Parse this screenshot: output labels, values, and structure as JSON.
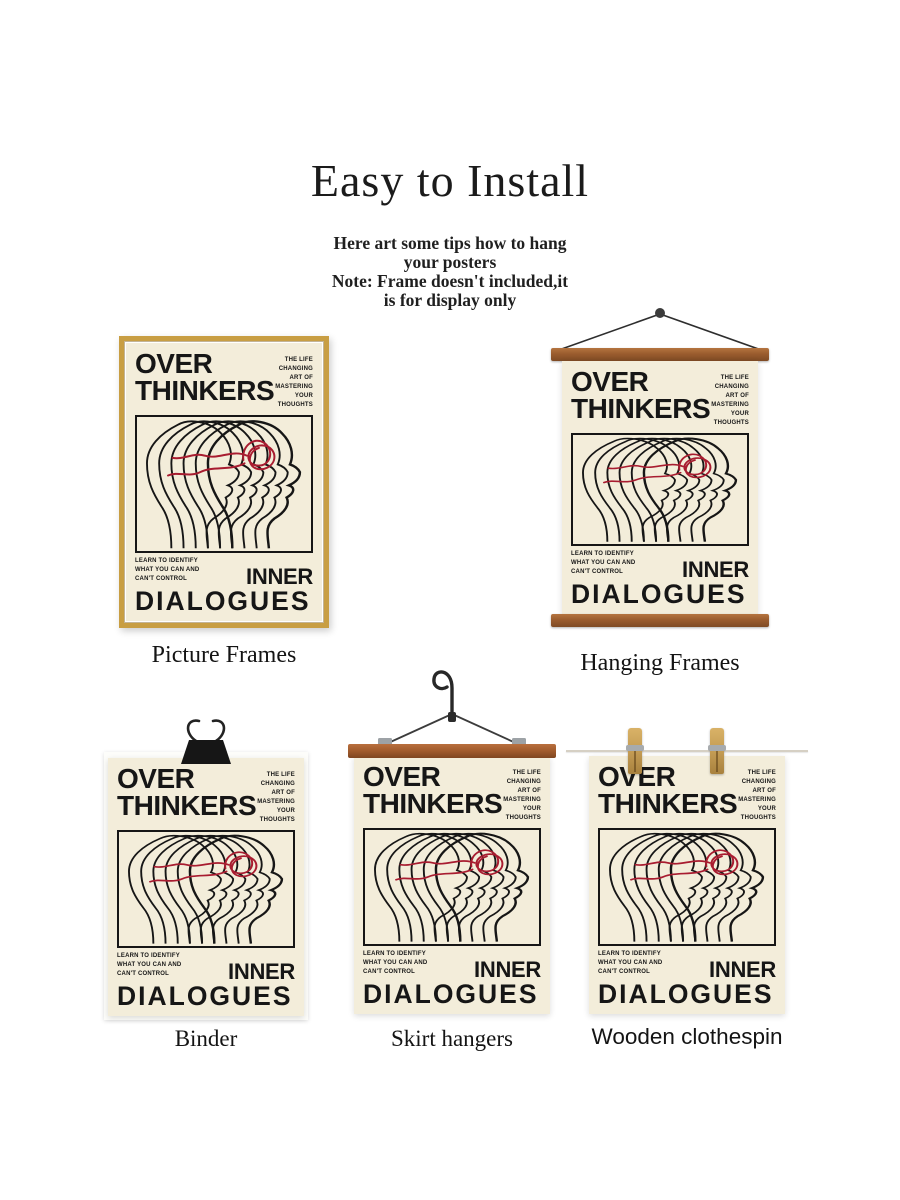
{
  "page": {
    "title": "Easy to Install",
    "tips": [
      "Here art some tips how to hang",
      "your posters"
    ],
    "note": [
      "Note: Frame doesn't included,it",
      "is for display only"
    ]
  },
  "poster": {
    "title": [
      "OVER",
      "THINKERS"
    ],
    "tagline": [
      "THE LIFE CHANGING",
      "ART OF MASTERING",
      "YOUR THOUGHTS"
    ],
    "footnote": [
      "LEARN TO IDENTIFY",
      "WHAT YOU CAN AND",
      "CAN'T CONTROL"
    ],
    "bottom_title": [
      "INNER",
      "DIALOGUES"
    ],
    "colors": {
      "background": "#f3edda",
      "ink": "#161616",
      "scribble": "#a81c30"
    }
  },
  "icons": {
    "nail_and_string": "nail-and-string-icon",
    "wooden_bar": "wooden-bar",
    "binder_clip": "binder-clip-icon",
    "skirt_hanger": "skirt-hanger-icon",
    "clothespin": "clothespin-icon"
  },
  "methods": [
    {
      "label": "Picture Frames"
    },
    {
      "label": "Hanging Frames"
    },
    {
      "label": "Binder"
    },
    {
      "label": "Skirt hangers"
    },
    {
      "label": "Wooden clothespin"
    }
  ]
}
